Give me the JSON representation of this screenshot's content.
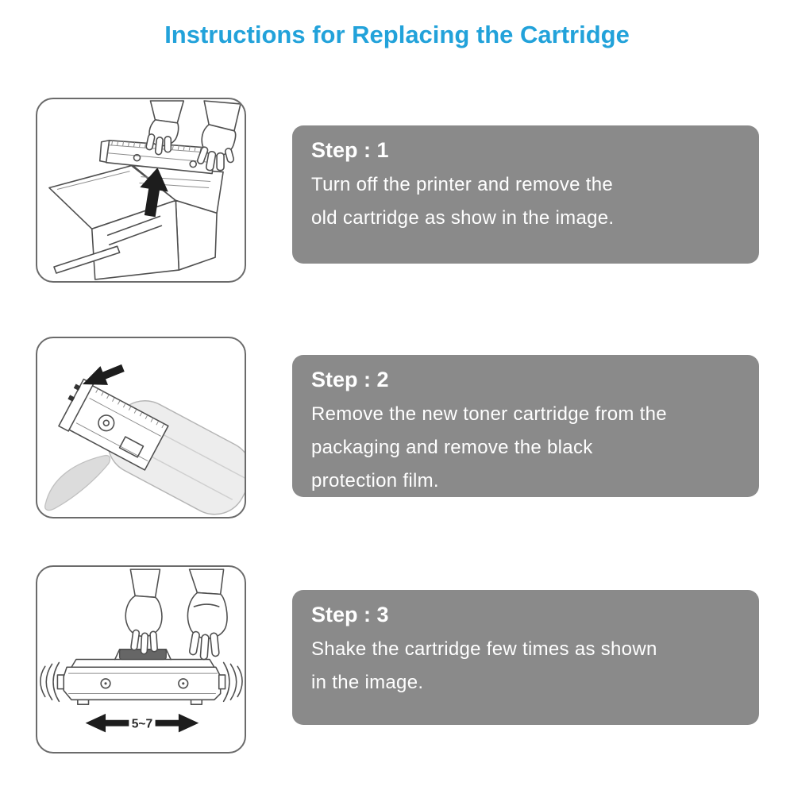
{
  "title": "Instructions for Replacing the Cartridge",
  "colors": {
    "accent": "#22a2da",
    "panel_bg": "#8a8a8a",
    "panel_text": "#ffffff"
  },
  "steps": [
    {
      "label": "Step : 1",
      "description": "Turn off the printer and remove the\nold cartridge as show in the image.",
      "illustration": "remove-old-cartridge-from-printer"
    },
    {
      "label": "Step : 2",
      "description": "Remove the new toner cartridge from the\npackaging and remove the black\nprotection film.",
      "illustration": "unpack-new-toner-cartridge"
    },
    {
      "label": "Step : 3",
      "description": "Shake the cartridge few times as shown\nin the image.",
      "illustration": "shake-cartridge",
      "shake_label": "5~7"
    }
  ]
}
